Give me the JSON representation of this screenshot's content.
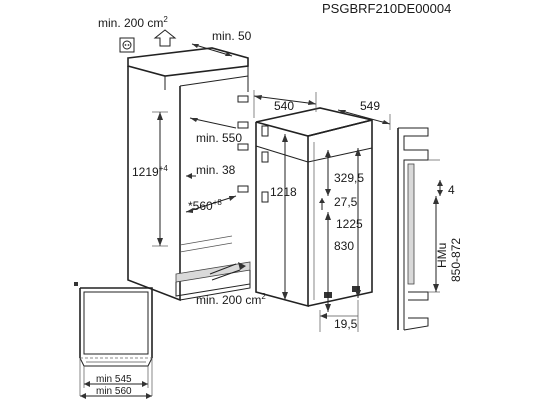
{
  "model_code": "PSGBRF210DE00004",
  "labels": {
    "vent_top": "min. 200 cm",
    "vent_top_sup": "2",
    "vent_bottom": "min. 200 cm",
    "vent_bottom_sup": "2",
    "min_50": "min. 50",
    "min_550": "min. 550",
    "min_38": "min. 38",
    "niche_height": "1219",
    "niche_height_sup": "+4",
    "niche_width": "*560",
    "niche_width_sup": "+8",
    "dim_540": "540",
    "dim_549": "549",
    "dim_1218": "1218",
    "dim_329_5": "329,5",
    "dim_27_5": "27,5",
    "dim_1225": "1225",
    "dim_830": "830",
    "dim_19_5": "19,5",
    "dim_4": "4",
    "hmu": "HMu",
    "hmu_range": "850-872",
    "min_545": "min 545",
    "min_560": "min 560"
  }
}
